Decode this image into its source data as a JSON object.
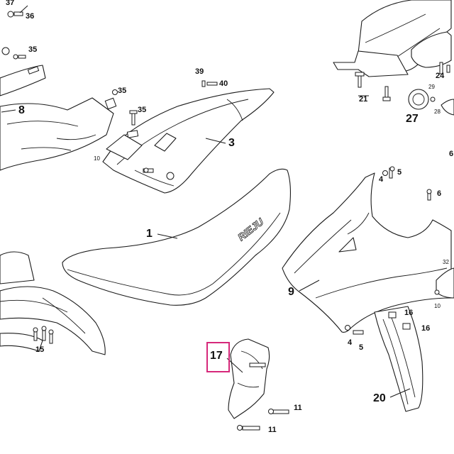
{
  "diagram": {
    "highlight_color": "#d6287a",
    "line_color": "#1a1a1a",
    "highlighted_part": "17"
  },
  "labels": {
    "l1": "1",
    "l3": "3",
    "l4a": "4",
    "l4b": "4",
    "l5a": "5",
    "l5b": "5",
    "l6": "6",
    "l8": "8",
    "l9": "9",
    "l10a": "10",
    "l10b": "10",
    "l11a": "11",
    "l11b": "11",
    "l15": "15",
    "l16a": "16",
    "l16b": "16",
    "l17": "17",
    "l20": "20",
    "l21": "21",
    "l24": "24",
    "l27": "27",
    "l28": "28",
    "l29": "29",
    "l32": "32",
    "l35a": "35",
    "l35b": "35",
    "l35c": "35",
    "l36": "36",
    "l37": "37",
    "l39": "39",
    "l40": "40",
    "l6b": "6"
  },
  "seat_logo": "RIEJU"
}
